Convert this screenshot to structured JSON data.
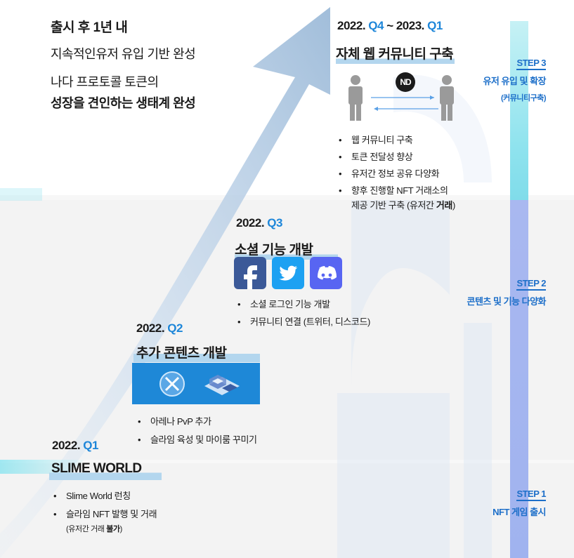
{
  "colors": {
    "accent": "#1d86d9",
    "step": "#1d6fc9",
    "facebook": "#3b5998",
    "twitter": "#1da1f2",
    "discord": "#5865f2",
    "banner": "#1e88d7"
  },
  "top_left": {
    "title": "출시 후 1년 내",
    "line1": "지속적인유저 유입 기반 완성",
    "line2": "나다 프로토콜 토큰의",
    "line3": "성장을 견인하는 생태계 완성"
  },
  "q4": {
    "year_a": "2022.",
    "quarter_a": "Q4",
    "sep": " ~ 2023.",
    "quarter_b": "Q1",
    "title": "자체 웹 커뮤니티 구축",
    "logo_text": "ND",
    "bullets": [
      "웹 커뮤니티 구축",
      "토큰 전달성 향상",
      "유저간 정보 공유 다양화",
      "향후 진행할 NFT 거래소의",
      "제공 기반 구축 (유저간 ",
      "거래",
      ")"
    ]
  },
  "q3": {
    "year": "2022.",
    "quarter": "Q3",
    "title": "소셜 기능 개발",
    "bullets": [
      "소셜 로그인 기능 개발",
      "커뮤니티 연결 (트위터, 디스코드)"
    ],
    "icons": [
      "facebook-icon",
      "twitter-icon",
      "discord-icon"
    ]
  },
  "q2": {
    "year": "2022.",
    "quarter": "Q2",
    "title": "추가 콘텐츠 개발",
    "bullets": [
      "아레나 PvP 추가",
      "슬라임 육성 및 마이룸 꾸미기"
    ],
    "icons": [
      "crossed-swords-icon",
      "isometric-house-icon"
    ]
  },
  "q1": {
    "year": "2022.",
    "quarter": "Q1",
    "title": "SLIME WORLD",
    "bullets": [
      "Slime World 런칭",
      "슬라임 NFT 발행 및 거래",
      "(유저간 거래 ",
      "불가",
      ")"
    ]
  },
  "steps": [
    {
      "label": "STEP 3",
      "title": "유저 유입 및 확장",
      "sub": "(커뮤니티구축)"
    },
    {
      "label": "STEP 2",
      "title": "콘텐츠 및 기능 다양화"
    },
    {
      "label": "STEP 1",
      "title": "NFT 게임 출시"
    }
  ]
}
